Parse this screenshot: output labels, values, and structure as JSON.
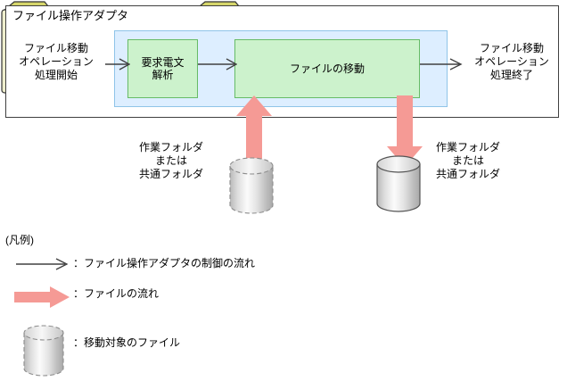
{
  "diagram": {
    "adapter": {
      "title": "ファイル操作アダプタ",
      "start_label": "ファイル移動\nオペレーション\n処理開始",
      "start_line1": "ファイル移動",
      "start_line2": "オペレーション",
      "start_line3": "処理開始",
      "end_line1": "ファイル移動",
      "end_line2": "オペレーション",
      "end_line3": "処理終了",
      "process_parse_line1": "要求電文",
      "process_parse_line2": "解析",
      "process_move": "ファイルの移動"
    },
    "folders": [
      {
        "id": "folder-left",
        "line1": "作業フォルダ",
        "line2": "または",
        "line3": "共通フォルダ"
      },
      {
        "id": "folder-right",
        "line1": "作業フォルダ",
        "line2": "または",
        "line3": "共通フォルダ"
      }
    ],
    "legend": {
      "title": "(凡例)",
      "items": [
        {
          "icon": "thin-arrow-icon",
          "text": "：ファイル操作アダプタの制御の流れ"
        },
        {
          "icon": "pink-arrow-icon",
          "text": "：ファイルの流れ"
        },
        {
          "icon": "cylinder-icon",
          "text": "：移動対象のファイル"
        }
      ]
    },
    "colors": {
      "outer_border": "#404040",
      "inner_blue_fill": "#ddeeff",
      "inner_blue_border": "#8fc4e8",
      "process_green_fill": "#ccf2cc",
      "process_green_border": "#66bb66",
      "folder_fill": "#eeeecc",
      "folder_tab_fill": "#d6d66b",
      "folder_border": "#333333",
      "pink_arrow": "#f59a95",
      "cylinder_border": "#8c8c8c",
      "flow_line": "#404040"
    }
  }
}
